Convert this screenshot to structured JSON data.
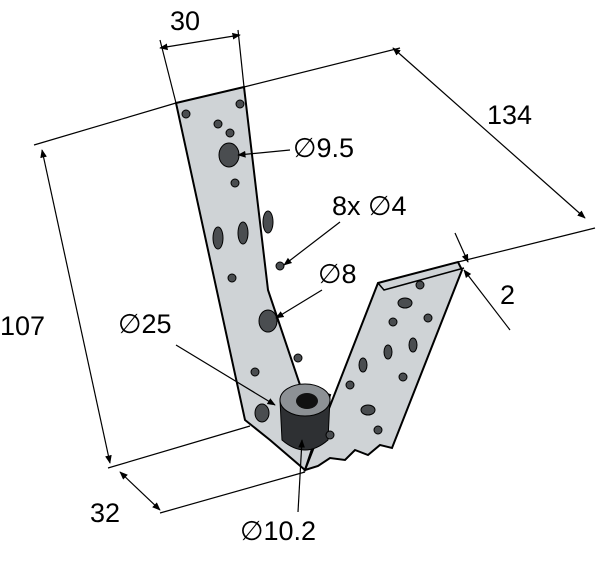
{
  "colors": {
    "plate": "#cfd3d6",
    "hole": "#4a4d50",
    "line": "#000000"
  },
  "labels": {
    "width": "30",
    "length": "134",
    "height": "107",
    "depth": "32",
    "thickness": "2",
    "hole_large": "∅9.5",
    "holes_small": "8x ∅4",
    "hole_medium": "∅8",
    "washer_outer": "∅25",
    "washer_inner": "∅10.2"
  }
}
